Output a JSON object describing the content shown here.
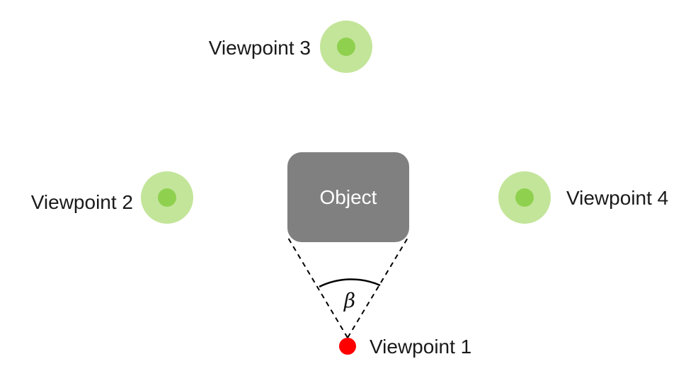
{
  "object": {
    "label": "Object",
    "fill": "#808080"
  },
  "angle": {
    "symbol": "β"
  },
  "viewpoints": [
    {
      "id": "1",
      "label": "Viewpoint 1",
      "marker": "active-dot",
      "color": "#ff0000"
    },
    {
      "id": "2",
      "label": "Viewpoint 2",
      "marker": "ring",
      "outer_color": "#c3e59a",
      "inner_color": "#8fd14f"
    },
    {
      "id": "3",
      "label": "Viewpoint 3",
      "marker": "ring",
      "outer_color": "#c3e59a",
      "inner_color": "#8fd14f"
    },
    {
      "id": "4",
      "label": "Viewpoint 4",
      "marker": "ring",
      "outer_color": "#c3e59a",
      "inner_color": "#8fd14f"
    }
  ],
  "colors": {
    "line": "#000000",
    "text": "#1a1a1a"
  }
}
